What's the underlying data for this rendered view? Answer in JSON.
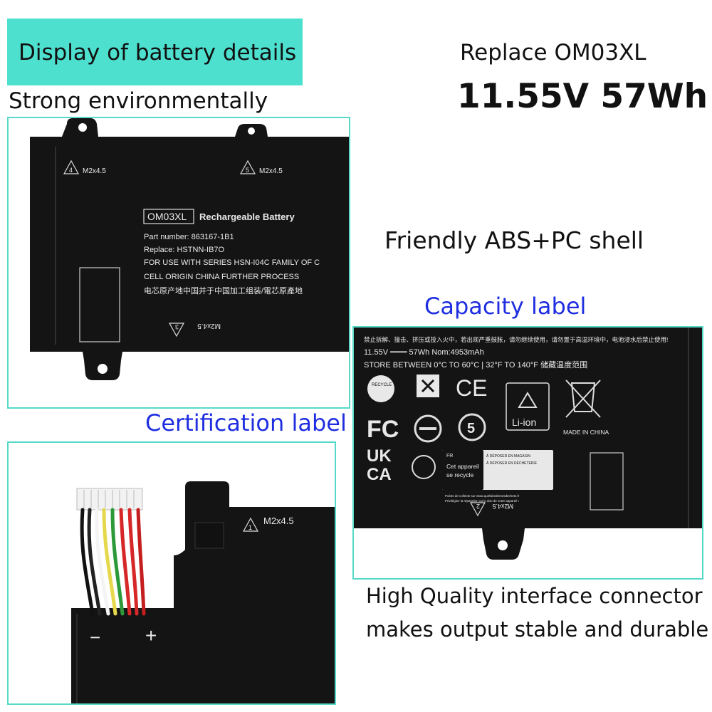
{
  "header": {
    "banner_text": "Display of battery details",
    "replace": "Replace OM03XL",
    "spec": "11.55V 57Wh",
    "strong": "Strong environmentally",
    "friendly": "Friendly ABS+PC shell",
    "capacity_label": "Capacity label",
    "certification_label": "Certification label",
    "hq_line1": "High Quality interface connector",
    "hq_line2": "makes output stable and durable"
  },
  "colors": {
    "banner_bg": "#4ee0cf",
    "frame_border": "#55dac9",
    "blue_caption": "#1f2ee0",
    "battery_body": "#141414"
  },
  "battery_label": {
    "screw_4": "4",
    "screw_5": "5",
    "screw_3": "3",
    "screw_size": "M2x4.5",
    "model": "OM03XL",
    "title": "Rechargeable Battery",
    "part_number": "Part number: 863167-1B1",
    "replace": "Replace: HSTNN-IB7O",
    "for_use": "FOR USE WITH SERIES HSN-I04C  FAMILY OF C",
    "cell_origin": "CELL ORIGIN CHINA  FURTHER PROCESS",
    "chinese": "电芯原产地中国并于中国加工组装/電芯原產地"
  },
  "capacity": {
    "warning_line": "禁止拆解、撞击、挤压或投入火中，若出现严重鼓胀，请勿继续使用，请勿置于高温环境中，电池浸水后禁止使用!",
    "rating": "11.55V ═══ 57Wh  Nom:4953mAh",
    "store": "STORE BETWEEN 0°C TO 60°C | 32°F TO  140°F  储藏温度范围",
    "recycle_text": "RECYCLE",
    "ce": "CE",
    "liion": "Li-ion",
    "made_in": "MADE IN CHINA",
    "fc": "FC",
    "rohs_num": "5",
    "ukca_1": "UK",
    "ukca_2": "CA",
    "fr_tag": "FR",
    "cet_appareil": "Cet appareil",
    "se_recycle": "se recycle",
    "deposer_1": "À DÉPOSER EN MAGASIN",
    "deposer_2": "À DÉPOSER EN DÉCHETERIE",
    "collecte": "Points de collecte sur www.quefairedemesdechets.fr",
    "privilegiez": "Privilégiez la réparation ou le don de votre appareil !",
    "screw_2": "2",
    "screw_size": "M2x4.5"
  },
  "connector": {
    "screw_1": "1",
    "screw_size": "M2x4.5",
    "minus": "−",
    "plus": "+"
  }
}
